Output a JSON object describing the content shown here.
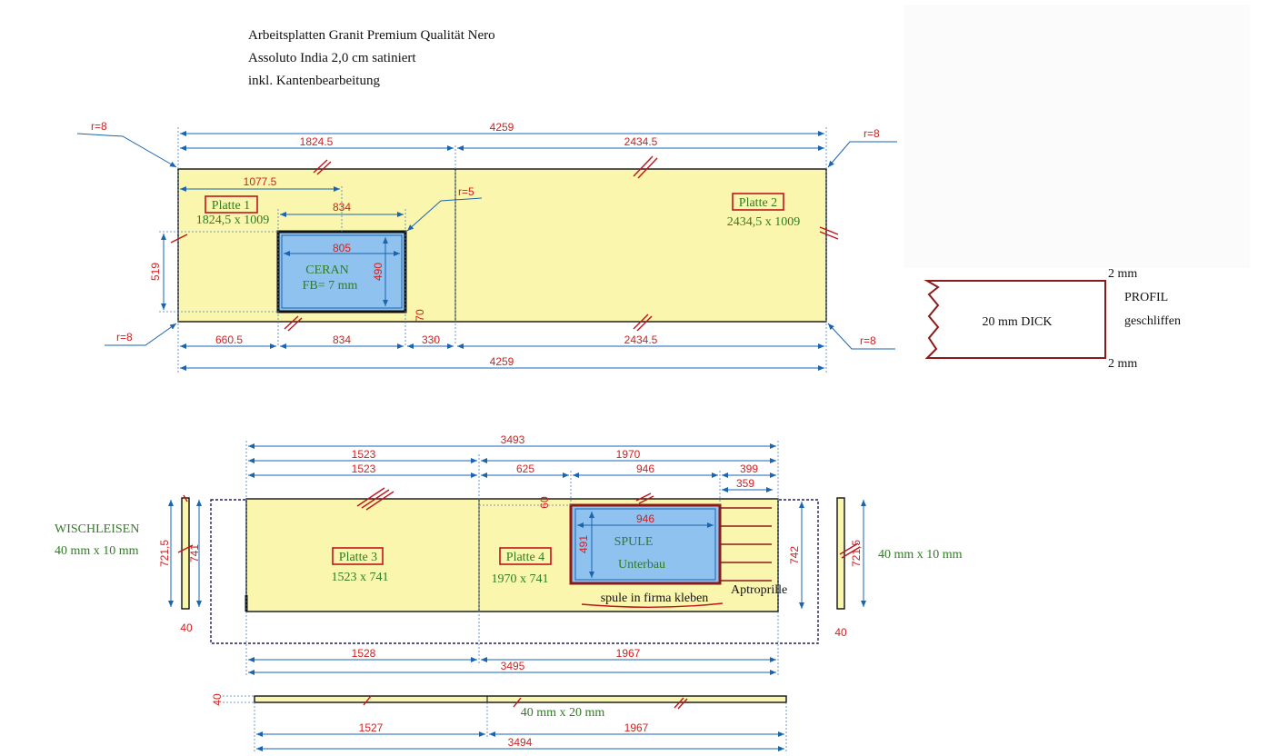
{
  "header": {
    "line1": "Arbeitsplatten Granit Premium Qualität Nero",
    "line2": "Assoluto India 2,0 cm satiniert",
    "line3": "inkl. Kantenbearbeitung"
  },
  "top_drawing": {
    "radius_labels": {
      "top_left": "r=8",
      "top_right": "r=8",
      "bottom_left": "r=8",
      "bottom_right": "r=8",
      "inner": "r=5"
    },
    "dims_top": {
      "overall": "4259",
      "left": "1824.5",
      "right": "2434.5",
      "to_cutout_end": "1077.5",
      "cutout_width": "834"
    },
    "dims_bottom": {
      "d1": "660.5",
      "d2": "834",
      "d3": "330",
      "d4": "2434.5",
      "overall": "4259"
    },
    "dims_side": {
      "left_depth": "519",
      "cutout_inner_height": "490",
      "cutout_inner_width": "805",
      "offset": "70"
    },
    "plate1": {
      "label": "Platte 1",
      "size": "1824,5 x 1009"
    },
    "plate2": {
      "label": "Platte 2",
      "size": "2434,5 x 1009"
    },
    "cutout": {
      "line1": "CERAN",
      "line2": "FB= 7 mm"
    }
  },
  "profile": {
    "top": "2 mm",
    "bottom": "2 mm",
    "center": "20 mm DICK",
    "label1": "PROFIL",
    "label2": "geschliffen"
  },
  "bottom_drawing": {
    "dims_top": {
      "overall": "3493",
      "left": "1523",
      "right": "1970",
      "left2": "1523",
      "d_625": "625",
      "d_946": "946",
      "d_399": "399",
      "d_359": "359"
    },
    "dims_bottom": {
      "left": "1528",
      "right": "1967",
      "overall": "3495"
    },
    "dims_side": {
      "left_strip_outer": "721,5",
      "left_strip_inner": "741",
      "right_depth": "742",
      "right_strip": "721,5",
      "strip_w_left": "40",
      "strip_w_right": "40",
      "offset_top": "60",
      "sink_inner_w": "946",
      "sink_inner_h": "491"
    },
    "plate3": {
      "label": "Platte 3",
      "size": "1523 x 741"
    },
    "plate4": {
      "label": "Platte 4",
      "size": "1970 x 741"
    },
    "sink": {
      "line1": "SPULE",
      "line2": "Unterbau"
    },
    "sink_note": "spule in firma kleben",
    "drainage": "Aptroprille",
    "wischleisen": {
      "title": "WISCHLEISEN",
      "size_left": "40 mm x 10 mm",
      "size_right": "40 mm x 10 mm"
    }
  },
  "strip_drawing": {
    "height": "40",
    "label": "40 mm x 20 mm",
    "dims": {
      "left": "1527",
      "right": "1967",
      "overall": "3494"
    }
  }
}
